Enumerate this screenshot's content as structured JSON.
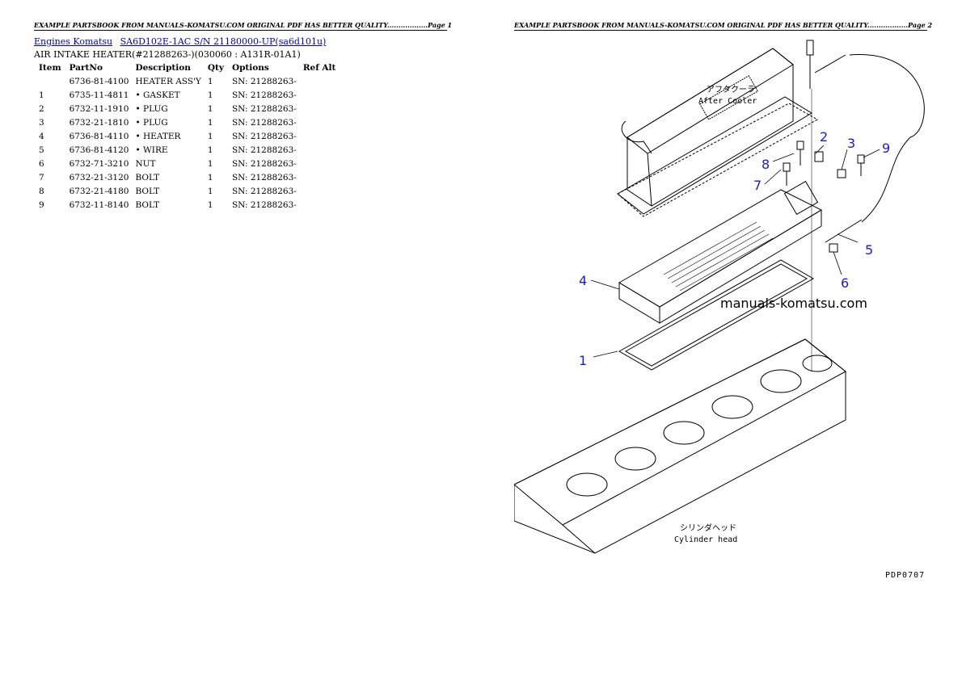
{
  "headers": {
    "page1": "EXAMPLE PARTSBOOK FROM MANUALS-KOMATSU.COM ORIGINAL PDF HAS BETTER QUALITY..................Page 1",
    "page2": "EXAMPLE PARTSBOOK FROM MANUALS-KOMATSU.COM ORIGINAL PDF HAS BETTER QUALITY..................Page 2"
  },
  "breadcrumb": {
    "link1": "Engines Komatsu",
    "link2": "SA6D102E-1AC S/N 21180000-UP(sa6d101u)"
  },
  "subtitle": "AIR INTAKE HEATER(#21288263-)(030060 : A131R-01A1)",
  "table": {
    "headers": [
      "Item",
      "PartNo",
      "Description",
      "Qty",
      "Options",
      "Ref Alt"
    ],
    "rows": [
      {
        "item": "",
        "partno": "6736-81-4100",
        "desc": "HEATER ASS'Y",
        "qty": "1",
        "options": "SN: 21288263-",
        "ref": ""
      },
      {
        "item": "1",
        "partno": "6735-11-4811",
        "desc": "• GASKET",
        "qty": "1",
        "options": "SN: 21288263-",
        "ref": ""
      },
      {
        "item": "2",
        "partno": "6732-11-1910",
        "desc": "• PLUG",
        "qty": "1",
        "options": "SN: 21288263-",
        "ref": ""
      },
      {
        "item": "3",
        "partno": "6732-21-1810",
        "desc": "• PLUG",
        "qty": "1",
        "options": "SN: 21288263-",
        "ref": ""
      },
      {
        "item": "4",
        "partno": "6736-81-4110",
        "desc": "• HEATER",
        "qty": "1",
        "options": "SN: 21288263-",
        "ref": ""
      },
      {
        "item": "5",
        "partno": "6736-81-4120",
        "desc": "• WIRE",
        "qty": "1",
        "options": "SN: 21288263-",
        "ref": ""
      },
      {
        "item": "6",
        "partno": "6732-71-3210",
        "desc": "NUT",
        "qty": "1",
        "options": "SN: 21288263-",
        "ref": ""
      },
      {
        "item": "7",
        "partno": "6732-21-3120",
        "desc": "BOLT",
        "qty": "1",
        "options": "SN: 21288263-",
        "ref": ""
      },
      {
        "item": "8",
        "partno": "6732-21-4180",
        "desc": "BOLT",
        "qty": "1",
        "options": "SN: 21288263-",
        "ref": ""
      },
      {
        "item": "9",
        "partno": "6732-11-8140",
        "desc": "BOLT",
        "qty": "1",
        "options": "SN: 21288263-",
        "ref": ""
      }
    ]
  },
  "diagram": {
    "callouts": [
      "1",
      "2",
      "3",
      "4",
      "5",
      "6",
      "7",
      "8",
      "9"
    ],
    "watermark": "manuals-komatsu.com",
    "aftercooler_jp": "アフタクーラ",
    "aftercooler_en": "After Cooler",
    "cylhead_jp": "シリンダヘッド",
    "cylhead_en": "Cylinder head",
    "code": "PDP0707"
  }
}
